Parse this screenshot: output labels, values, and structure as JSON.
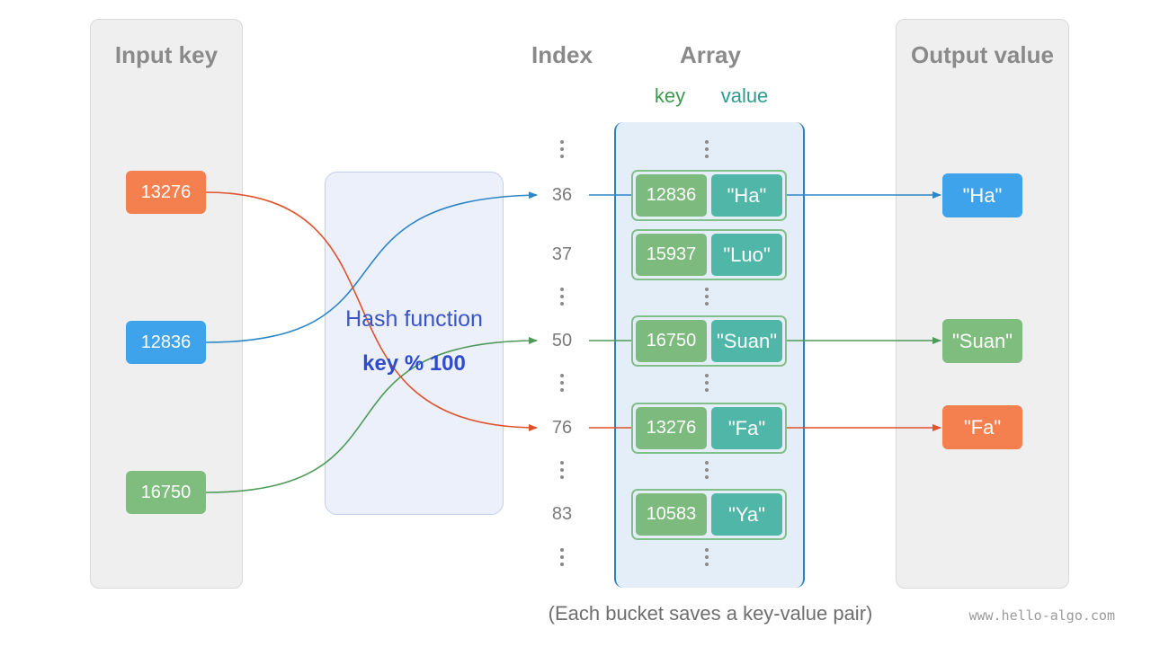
{
  "headings": {
    "input": "Input key",
    "index": "Index",
    "array": "Array",
    "output": "Output value",
    "key": "key",
    "value": "value"
  },
  "colors": {
    "orange": "#f5804f",
    "blue": "#3fa3ec",
    "green": "#7ebd7d",
    "teal": "#4fb6a8",
    "key_label": "#3d9a4f",
    "value_label": "#2c9c8c"
  },
  "input_keys": [
    "13276",
    "12836",
    "16750"
  ],
  "hash": {
    "title": "Hash function",
    "formula": "key % 100"
  },
  "indices": [
    "36",
    "37",
    "50",
    "76",
    "83"
  ],
  "buckets": [
    {
      "key": "12836",
      "value": "\"Ha\""
    },
    {
      "key": "15937",
      "value": "\"Luo\""
    },
    {
      "key": "16750",
      "value": "\"Suan\""
    },
    {
      "key": "13276",
      "value": "\"Fa\""
    },
    {
      "key": "10583",
      "value": "\"Ya\""
    }
  ],
  "outputs": [
    "\"Ha\"",
    "\"Suan\"",
    "\"Fa\""
  ],
  "caption": "(Each bucket saves a key-value pair)",
  "watermark": "www.hello-algo.com"
}
